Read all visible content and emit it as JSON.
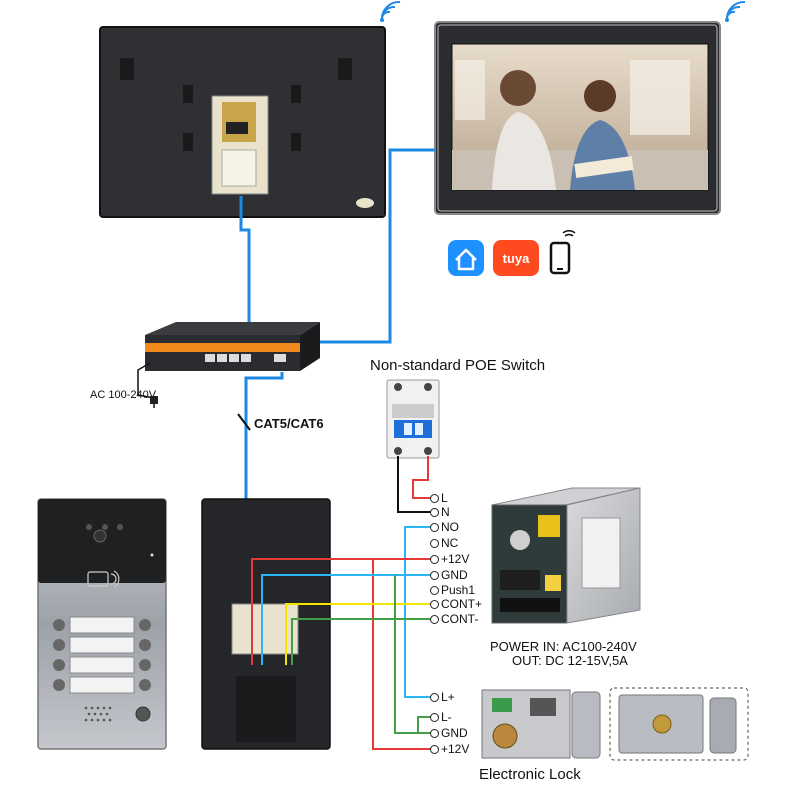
{
  "labels": {
    "ac_input": "AC 100-240V",
    "cable": "CAT5/CAT6",
    "poe_switch": "Non-standard POE Switch",
    "power_in": "POWER  IN: AC100-240V",
    "power_out": "OUT: DC 12-15V,5A",
    "lock": "Electronic Lock"
  },
  "apps": {
    "tuya_logo": "tuya"
  },
  "terminals": {
    "breaker": [
      "L",
      "N"
    ],
    "power": [
      "NO",
      "NC",
      "+12V",
      "GND",
      "Push1",
      "CONT+",
      "CONT-"
    ],
    "lock": [
      "L+",
      "L-",
      "GND",
      "+12V"
    ]
  },
  "colors": {
    "network_cable": "#1e88e5",
    "wire_red": "#e53935",
    "wire_black": "#111111",
    "wire_green": "#43a047",
    "wire_yellow": "#f2e600",
    "wire_cyan": "#29b6f6",
    "tuya": "#ff4a1f",
    "smart_home": "#1e90ff"
  },
  "icons": [
    "wifi-icon",
    "smart-home-icon",
    "tuya-icon",
    "phone-icon",
    "rfid-icon",
    "power-plug-icon"
  ]
}
